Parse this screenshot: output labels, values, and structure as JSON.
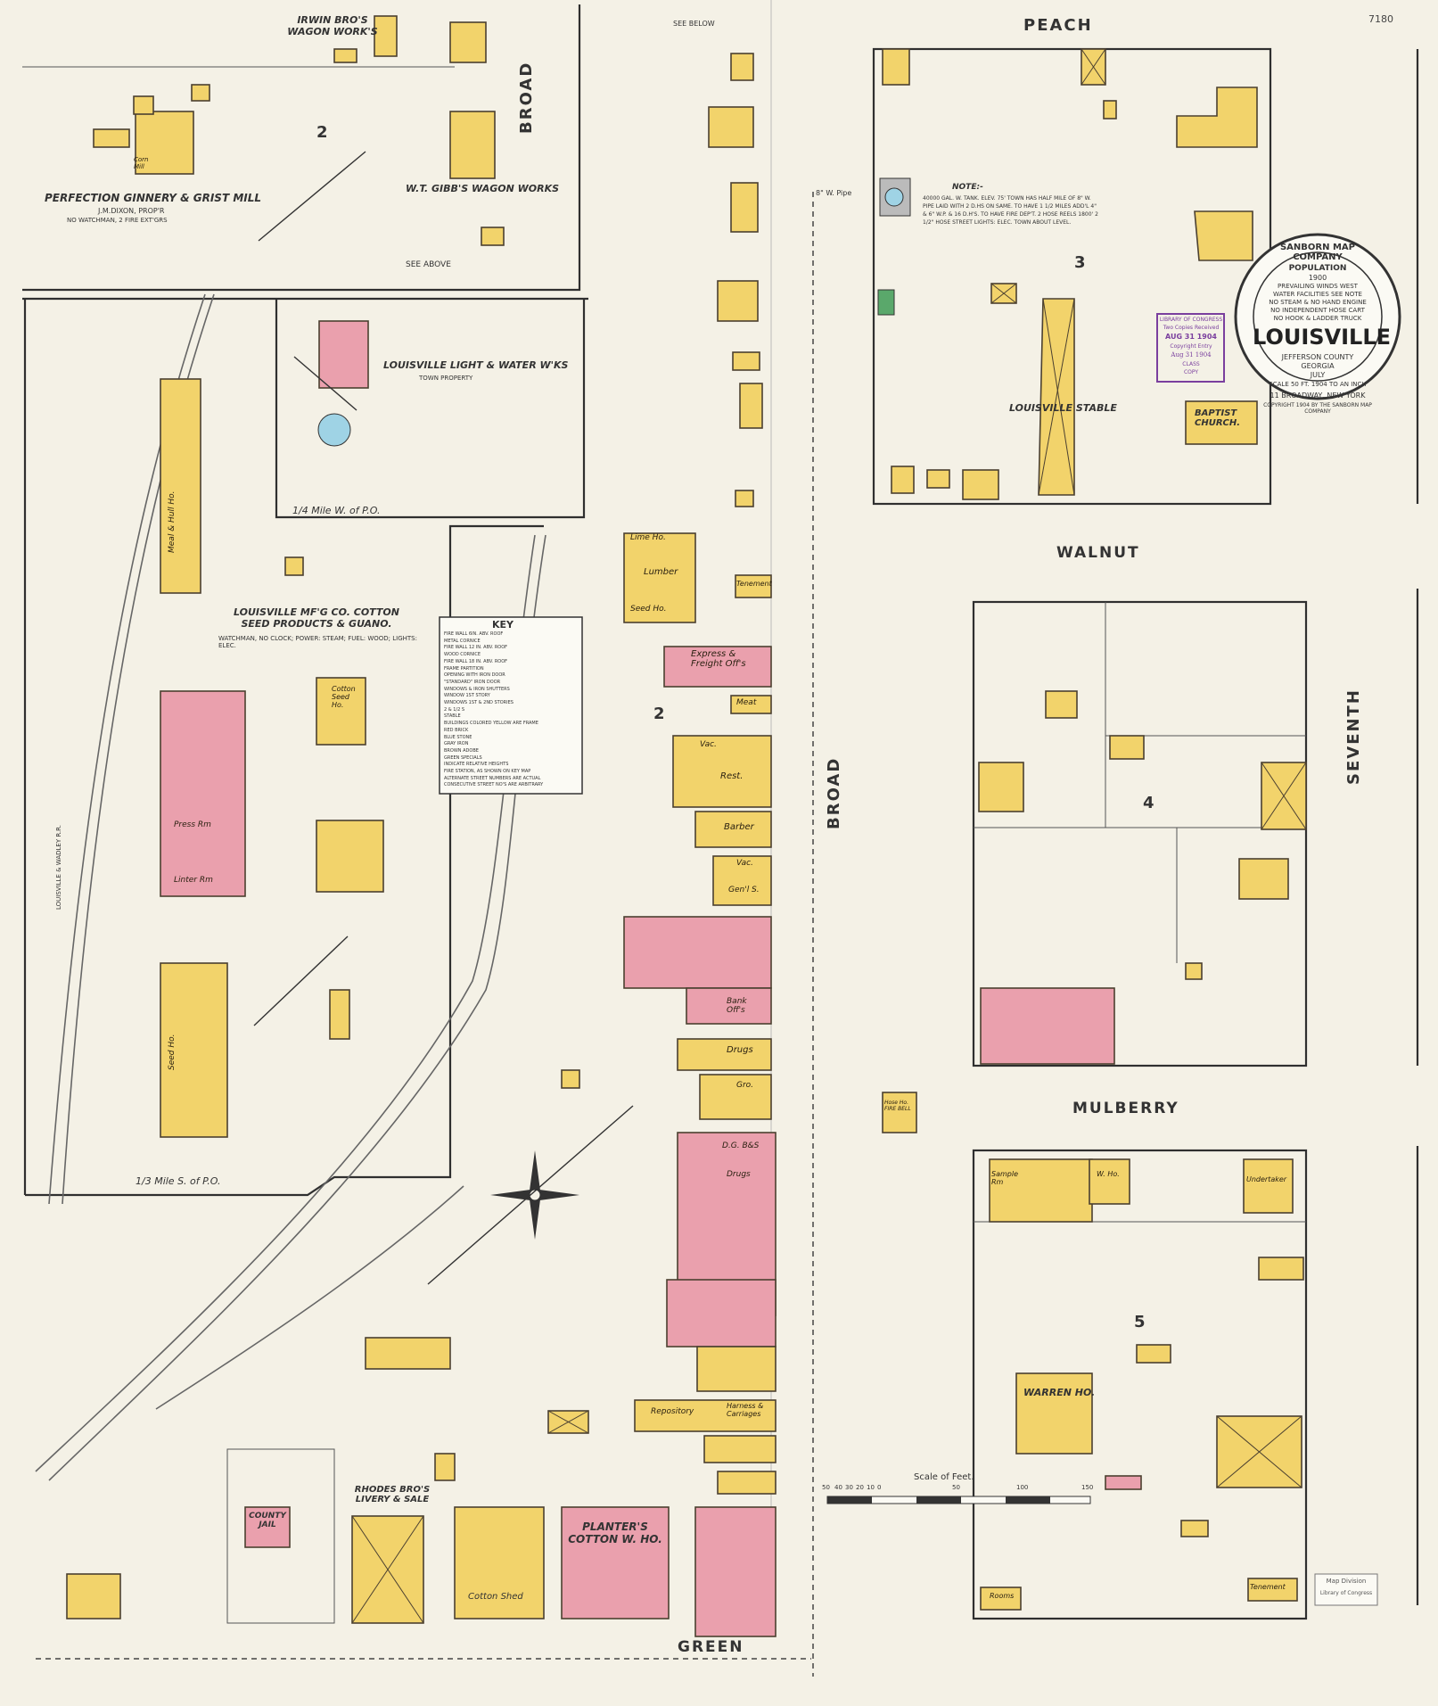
{
  "sheet": {
    "corner_number": "7180",
    "block_numbers": [
      "2",
      "2",
      "3",
      "4",
      "5"
    ]
  },
  "streets": {
    "peach": "PEACH",
    "walnut": "WALNUT",
    "mulberry": "MULBERRY",
    "green": "GREEN",
    "broad_north": "BROAD",
    "broad_center": "BROAD",
    "seventh": "SEVENTH"
  },
  "cartouche": {
    "company": "SANBORN MAP COMPANY",
    "population_label": "POPULATION",
    "population_year": "1900",
    "lines": [
      "PREVAILING WINDS WEST",
      "WATER FACILITIES SEE NOTE",
      "NO STEAM & NO HAND ENGINE",
      "NO INDEPENDENT HOSE CART",
      "NO HOOK & LADDER TRUCK"
    ],
    "city": "LOUISVILLE",
    "county": "JEFFERSON COUNTY",
    "state": "GEORGIA",
    "month": "JULY",
    "year_line": "SCALE 50 FT. 1904 TO AN INCH",
    "address": "11 BROADWAY, NEW YORK",
    "copyright": "COPYRIGHT 1904 BY THE SANBORN MAP COMPANY"
  },
  "stamp_library": {
    "lines": [
      "LIBRARY OF CONGRESS",
      "Two Copies Received",
      "AUG 31 1904",
      "Copyright Entry",
      "Aug 31 1904",
      "CLASS",
      "COPY"
    ]
  },
  "stamp_division": [
    "Map Division",
    "Library of Congress"
  ],
  "labels": {
    "irwin": "IRWIN BRO'S WAGON WORK'S",
    "perfection": "PERFECTION GINNERY & GRIST MILL",
    "perfection_sub": "J.M.DIXON, PROP'R",
    "perfection_note": "NO WATCHMAN, 2 FIRE EXT'GRS",
    "gibbs": "W.T. GIBB'S WAGON WORKS",
    "see_above": "SEE ABOVE",
    "see_below": "SEE BELOW",
    "light_water": "LOUISVILLE LIGHT & WATER W'KS",
    "town_property": "TOWN PROPERTY",
    "quarter_mile": "1/4 Mile W. of P.O.",
    "third_mile": "1/3 Mile S. of P.O.",
    "mfg_title": "LOUISVILLE MF'G CO. COTTON SEED PRODUCTS & GUANO.",
    "mfg_note": "WATCHMAN, NO CLOCK; POWER: STEAM; FUEL: WOOD; LIGHTS: ELEC.",
    "louisville_stable": "LOUISVILLE STABLE",
    "baptist": "BAPTIST CHURCH.",
    "warren": "WARREN HO.",
    "planters": "PLANTER'S COTTON W. HO.",
    "rhodes": "RHODES BRO'S LIVERY & SALE",
    "county_jail": "COUNTY JAIL",
    "cotton_shed": "Cotton Shed",
    "rr_label": "LOUISVILLE & WADLEY R.R.",
    "note_title": "NOTE:-",
    "note_body": "40000 GAL. W. TANK. ELEV. 75' TOWN HAS HALF MILE OF 8\" W. PIPE LAID WITH 2 D.HS ON SAME. TO HAVE 1 1/2 MILES ADD'L 4\" & 6\" W.P. & 16 D.H'S. TO HAVE FIRE DEP'T. 2 HOSE REELS 1800' 2 1/2\" HOSE STREET LIGHTS: ELEC. TOWN ABOUT LEVEL.",
    "scale_label": "Scale of Feet.",
    "scale_ticks": [
      "50",
      "40",
      "30",
      "20",
      "10",
      "0",
      "50",
      "100",
      "150"
    ],
    "pipe_label": "8\" W. Pipe",
    "key_title": "KEY"
  },
  "buildings": {
    "express": "Express & Freight Off's",
    "lumber": "Lumber",
    "lime": "Lime Ho.",
    "seed": "Seed Ho.",
    "tenement": "Tenement",
    "meat": "Meat",
    "vac": "Vac.",
    "rest": "Rest.",
    "barber": "Barber",
    "vac2": "Vac.",
    "gens": "Gen'l S.",
    "bank": "Bank Off's",
    "drugs": "Drugs",
    "gro": "Gro.",
    "dgbs": "D.G. B&S",
    "drugs2": "Drugs",
    "repository": "Repository",
    "harness": "Harness & Carriages",
    "undertaker": "Undertaker",
    "sample": "Sample Rm",
    "who": "W. Ho.",
    "tenement2": "Tenement",
    "rooms": "Rooms",
    "meal_mill": "Meal & Hull Ho.",
    "seed_ho": "Seed Ho.",
    "linter": "Linter Rm",
    "press": "Press Rm",
    "cotton_seed": "Cotton Seed Ho.",
    "corn_mill": "Corn Mill",
    "hose_ho": "Hose Ho. FIRE BELL"
  },
  "key_items": [
    "FIRE WALL 6IN. ABV. ROOF",
    "METAL CORNICE",
    "FIRE WALL 12 IN. ABV. ROOF",
    "WOOD CORNICE",
    "FIRE WALL 18 IN. ABV. ROOF",
    "FRAME PARTITION",
    "OPENING WITH IRON DOOR",
    "\"STANDARD\" IRON DOOR",
    "WINDOWS & IRON SHUTTERS",
    "WINDOW 1ST STORY",
    "WINDOWS 1ST & 2ND STORIES",
    "2 & 1/2 S",
    "STABLE",
    "BUILDINGS COLORED YELLOW ARE FRAME",
    "RED  BRICK",
    "BLUE  STONE",
    "GRAY  IRON",
    "BROWN  ADOBE",
    "GREEN  SPECIALS",
    "INDICATE RELATIVE HEIGHTS",
    "FIRE STATION, AS SHOWN ON KEY MAP",
    "ALTERNATE STREET NUMBERS ARE ACTUAL",
    "CONSECUTIVE STREET NO'S ARE ARBITRARY"
  ],
  "colors": {
    "frame": "#f2d36b",
    "brick": "#eaa0ad",
    "paper": "#f4f1e6",
    "stone": "#9fd3e5",
    "special": "#5aa86b"
  }
}
